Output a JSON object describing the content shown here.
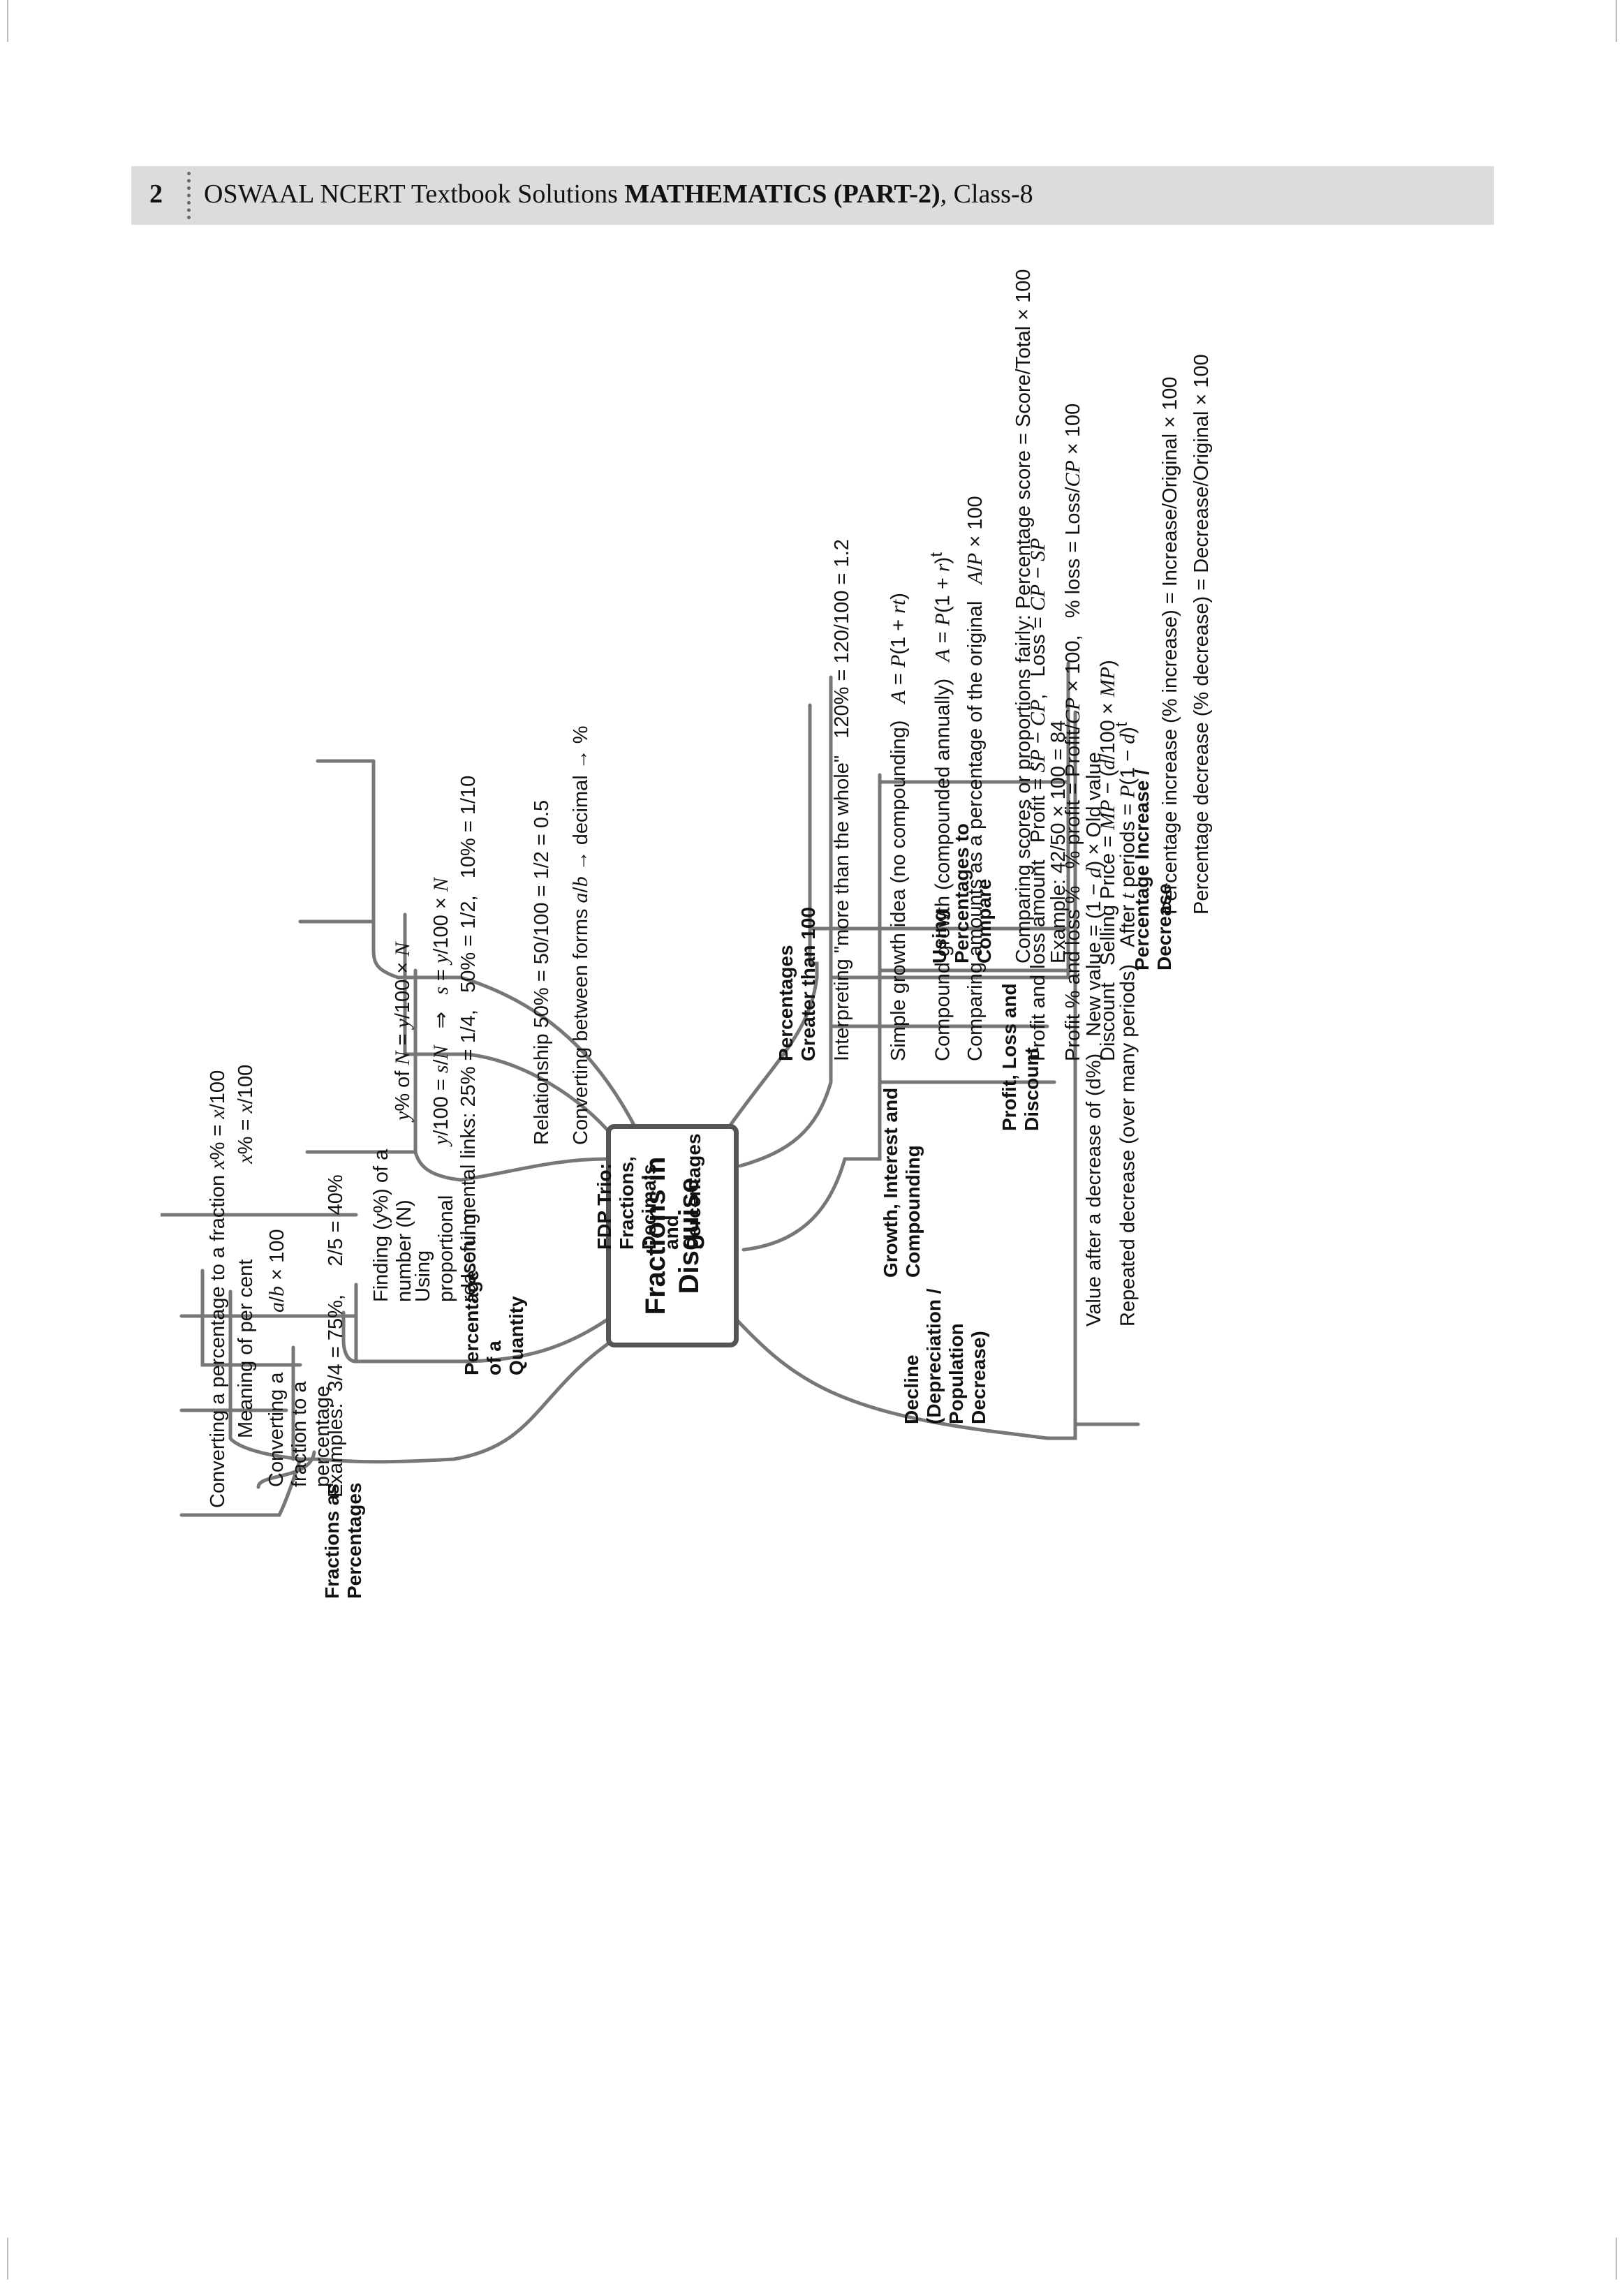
{
  "header": {
    "page_number": "2",
    "publisher_text": "OSWAAL NCERT Textbook Solutions",
    "subject_text": "MATHEMATICS (PART-2)",
    "class_text": ", Class-8"
  },
  "mindmap": {
    "center": "Fractions in Disguise",
    "branches": [
      {
        "title": "Fractions as Percentages",
        "items": [
          "Meaning of per cent   x% = x/100",
          "Converting a fraction to a percentage   a/b × 100",
          "Converting a percentage to a fraction x% = x/100",
          "Examples: 3/4 = 75%,   2/5 = 40%"
        ]
      },
      {
        "title": "Percentage of a Quantity",
        "items": [
          "Finding (y%) of a number (N)   y% of N = y/100 × N",
          "Using proportional reasoning:   y/100 = s/N  ⇒  s = y/100 × N",
          "Useful mental links: 25% = 1/4,   50% = 1/2,   10% = 1/10"
        ]
      },
      {
        "title": "FDP Trio: Fractions, Decimals and Percentages",
        "items": [
          "Relationship 50% = 50/100 = 1/2 = 0.5",
          "Converting between forms a/b → decimal → %"
        ]
      },
      {
        "title": "Percentages Greater than 100",
        "items": [
          "Interpreting \"more than the whole\"   120% = 120/100 = 1.2"
        ]
      },
      {
        "title": "Using Percentages to Compare",
        "items": [
          "Comparing scores or proportions fairly: Percentage score = Score/Total × 100",
          "Example: 42/50 × 100 = 84"
        ]
      },
      {
        "title": "Decline (Depreciation / Population Decrease)",
        "items": [
          "Value after a decrease of (d%)   New value = (1 − d) × Old value",
          "Repeated decrease (over many periods)   After t periods = P(1 − d)^t"
        ]
      },
      {
        "title": "Growth, Interest and Compounding",
        "items": [
          "Simple growth idea (no compounding)   A = P(1 + rt)",
          "Compound growth (compounded annually)   A = P(1 + r)^t",
          "Comparing amounts as a percentage of the original   A/P × 100"
        ]
      },
      {
        "title": "Profit, Loss and Discount",
        "items": [
          "Profit and loss amount   Profit = SP − CP,   Loss = CP − SP",
          "Profit % and loss %   % profit = Profit/CP × 100,   % loss = Loss/CP × 100",
          "Discount   Selling Price = MP − (d/100 × MP)"
        ]
      },
      {
        "title": "Percentage Increase / Decrease",
        "items": [
          "Percentage increase (% increase) = Increase/Original × 100",
          "Percentage decrease (% decrease) = Decrease/Original × 100"
        ]
      }
    ]
  }
}
